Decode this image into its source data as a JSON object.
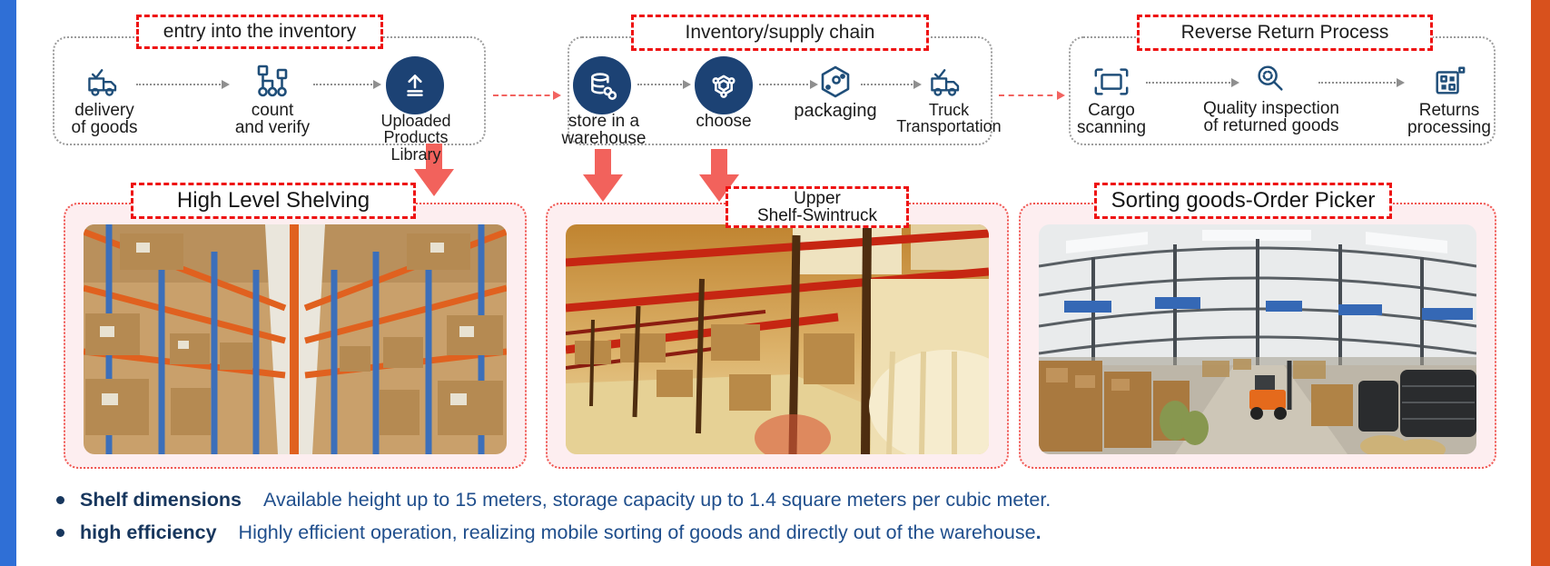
{
  "colors": {
    "left_bar": "#2f6fd6",
    "right_bar": "#d8511d",
    "navy_circle": "#1c4274",
    "icon_blue": "#1f4e79",
    "red_dash": "#ee1212",
    "arrow_salmon": "#f2625c",
    "panel_pink": "#fdeef0",
    "bullet_label": "#17365d",
    "bullet_text": "#1f4e8c"
  },
  "flow": {
    "sections": [
      {
        "title": "entry into the inventory",
        "steps": [
          {
            "label": "delivery\nof goods",
            "icon": "truck-check-icon"
          },
          {
            "label": "count\nand verify",
            "icon": "sitemap-icon"
          },
          {
            "label": "Uploaded\nProducts\nLibrary",
            "icon": "upload-icon",
            "style": "circle"
          }
        ]
      },
      {
        "title": "Inventory/supply chain",
        "steps": [
          {
            "label": "store in a\nwarehouse",
            "icon": "warehouse-database-icon",
            "style": "circle"
          },
          {
            "label": "choose",
            "icon": "hex-network-icon",
            "style": "circle"
          },
          {
            "label": "packaging",
            "icon": "package-hexagon-icon"
          },
          {
            "label": "Truck\nTransportation",
            "icon": "truck-check-icon"
          }
        ]
      },
      {
        "title": "Reverse Return Process",
        "steps": [
          {
            "label": "Cargo\nscanning",
            "icon": "scan-frame-icon"
          },
          {
            "label": "Quality inspection\nof returned goods",
            "icon": "magnifier-icon"
          },
          {
            "label": "Returns\nprocessing",
            "icon": "qr-code-icon"
          }
        ]
      }
    ]
  },
  "panels": [
    {
      "title": "High Level Shelving",
      "photo": "high-bay racking aisle with orange and blue racks stacked with cardboard boxes"
    },
    {
      "title": "Upper\nShelf-Swintruck",
      "photo": "warehouse aisle with red pallet racking, boxes and shrink-wrapped pallets"
    },
    {
      "title": "Sorting goods-Order Picker",
      "photo": "large warehouse hall with steel trusses, banners, orange forklift and stacked goods"
    }
  ],
  "bullets": [
    {
      "label": "Shelf dimensions",
      "text": "Available height up to 15 meters, storage capacity up to 1.4 square meters per cubic meter."
    },
    {
      "label": "high efficiency",
      "text": "Highly efficient operation, realizing mobile sorting of goods and directly out of the warehouse",
      "suffix": "."
    }
  ]
}
